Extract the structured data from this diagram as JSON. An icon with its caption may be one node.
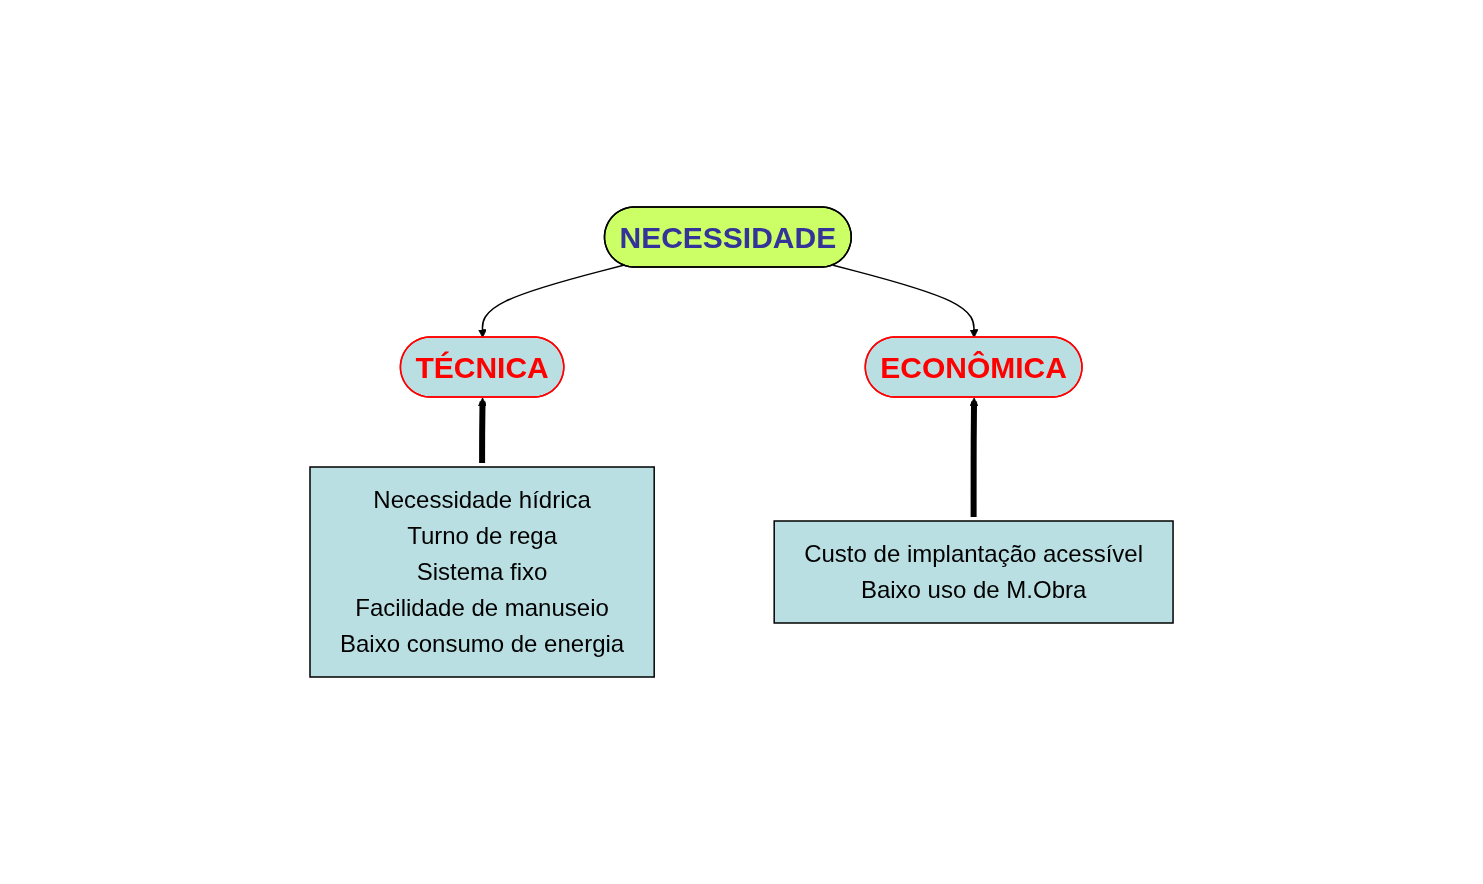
{
  "diagram": {
    "nodes": [
      {
        "text": [
          "NECESSIDADE"
        ]
      },
      {
        "text": [
          "TÉCNICA"
        ]
      },
      {
        "text": [
          "ECONÔMICA"
        ]
      },
      {
        "text": [
          "Necessidade hídrica",
          "Turno de rega",
          "Sistema fixo",
          "Facilidade de manuseio",
          "Baixo consumo de energia"
        ]
      },
      {
        "text": [
          "Custo de implantação acessível",
          "Baixo uso de M.Obra"
        ]
      }
    ],
    "edges": [
      {
        "from": 0,
        "to": 1,
        "arrow": "to"
      },
      {
        "from": 0,
        "to": 2,
        "arrow": "to"
      },
      {
        "from": 3,
        "to": 1,
        "arrow": "to",
        "style": "thick"
      },
      {
        "from": 4,
        "to": 2,
        "arrow": "to",
        "style": "thick"
      }
    ]
  }
}
